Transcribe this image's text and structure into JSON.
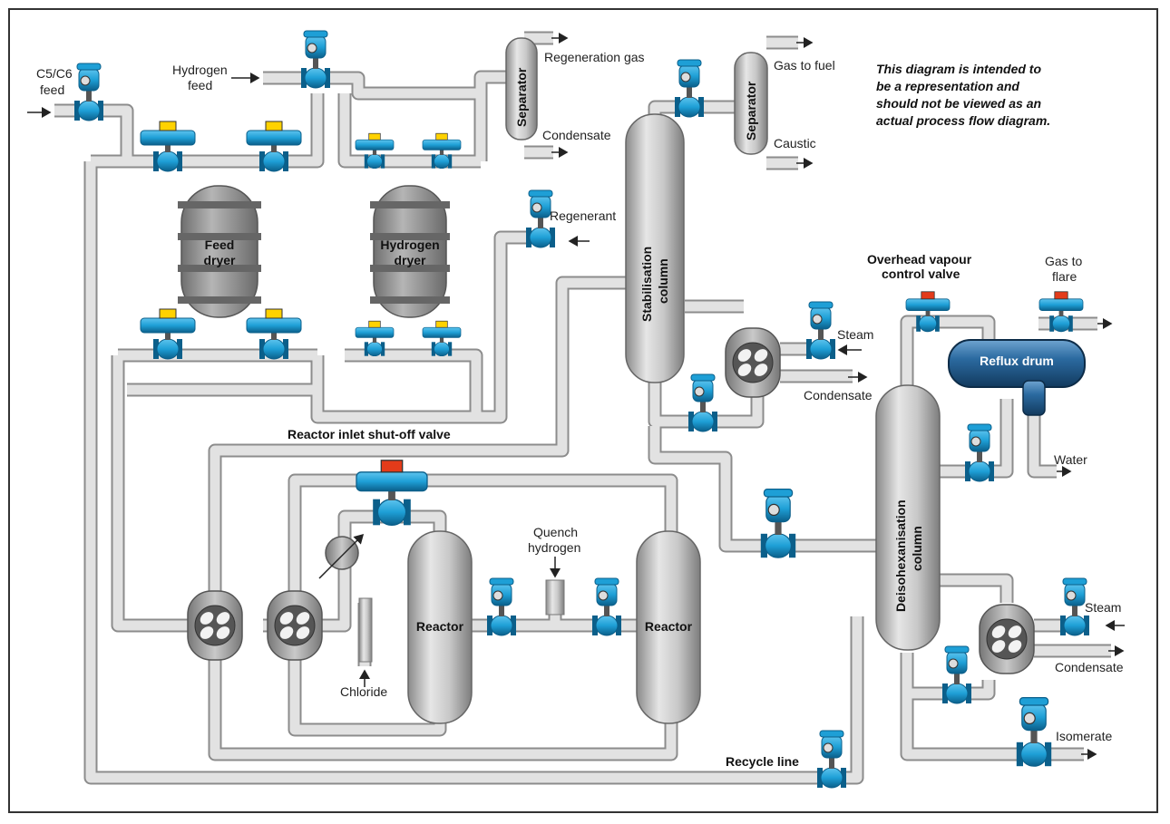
{
  "labels": {
    "c5c6_feed_line1": "C5/C6",
    "c5c6_feed_line2": "feed",
    "hydrogen_feed_line1": "Hydrogen",
    "hydrogen_feed_line2": "feed",
    "regeneration_gas": "Regeneration gas",
    "condensate_top": "Condensate",
    "gas_to_fuel": "Gas to fuel",
    "caustic": "Caustic",
    "regenerant": "Regenerant",
    "steam_top": "Steam",
    "condensate_mid": "Condensate",
    "overhead_vapour_line1": "Overhead vapour",
    "overhead_vapour_line2": "control valve",
    "gas_to_flare_line1": "Gas to",
    "gas_to_flare_line2": "flare",
    "water": "Water",
    "reactor_inlet_valve": "Reactor inlet shut-off valve",
    "quench_hydrogen_line1": "Quench",
    "quench_hydrogen_line2": "hydrogen",
    "chloride": "Chloride",
    "steam_bottom": "Steam",
    "condensate_bottom": "Condensate",
    "isomerate": "Isomerate",
    "recycle_line": "Recycle line"
  },
  "vessels": {
    "feed_dryer_line1": "Feed",
    "feed_dryer_line2": "dryer",
    "hydrogen_dryer_line1": "Hydrogen",
    "hydrogen_dryer_line2": "dryer",
    "separator_1": "Separator",
    "separator_2": "Separator",
    "stabilisation_column_line1": "Stabilisation",
    "stabilisation_column_line2": "column",
    "reflux_drum": "Reflux drum",
    "deisohexanisation_column_line1": "Deisohexanisation",
    "deisohexanisation_column_line2": "column",
    "reactor_1": "Reactor",
    "reactor_2": "Reactor"
  },
  "disclaimer": {
    "line1": "This diagram is intended to",
    "line2": "be a representation and",
    "line3": "should not be viewed as an",
    "line4": "actual process flow diagram."
  },
  "colors": {
    "pipe_outline": "#8c8c8c",
    "pipe_fill": "#e2e2e2",
    "vessel_gray": "#a6a6a6",
    "valve_blue": "#1e9fd6",
    "valve_dark": "#0b5f8a",
    "actuator_yellow": "#ffd200",
    "actuator_red": "#e33b1a",
    "reflux_drum_blue": "#1c4f7c"
  }
}
